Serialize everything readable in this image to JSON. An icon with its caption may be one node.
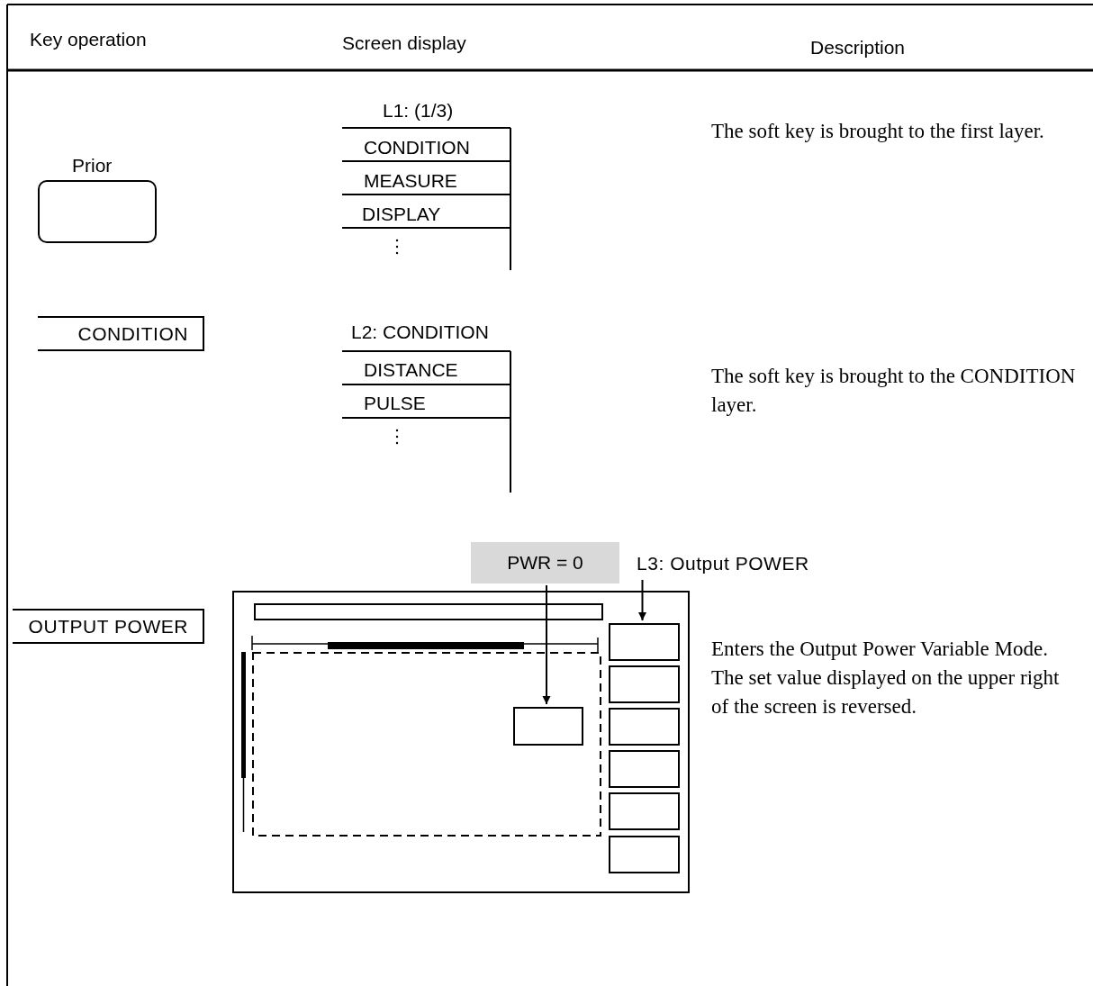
{
  "diagram": {
    "nodes": [
      {
        "text": [
          "Prior"
        ]
      },
      {
        "text": [
          "CONDITION"
        ]
      },
      {
        "text": [
          "OUTPUT POWER"
        ]
      },
      {
        "text": [
          "PWR = 0"
        ]
      },
      {
        "text": [
          "L3: Output  POWER"
        ]
      },
      {
        "text": [],
        "shape": "box"
      },
      {
        "text": [],
        "shape": "box",
        "in": 5
      },
      {
        "text": [],
        "shape": "box",
        "in": 5
      },
      {
        "text": [],
        "shape": "box",
        "in": 5
      },
      {
        "text": [],
        "shape": "box",
        "in": 5
      },
      {
        "text": [],
        "shape": "box",
        "in": 5
      },
      {
        "text": [],
        "shape": "box",
        "in": 5
      },
      {
        "text": [],
        "shape": "box",
        "in": 5
      }
    ],
    "edges": [
      {
        "from": 3,
        "to": 6,
        "arrow": "to"
      },
      {
        "from": 4,
        "to": 7,
        "arrow": "to"
      }
    ],
    "labels": [
      "Key operation",
      "Screen display",
      "Description",
      "L1: (1/3)",
      "CONDITION",
      "MEASURE",
      "DISPLAY",
      "The soft key is brought to the first layer.",
      "L2: CONDITION",
      "DISTANCE",
      "PULSE",
      "The soft key is brought to the CONDITION layer.",
      "Enters the Output Power Variable Mode.  The set value displayed on the upper right of the screen is reversed."
    ]
  }
}
